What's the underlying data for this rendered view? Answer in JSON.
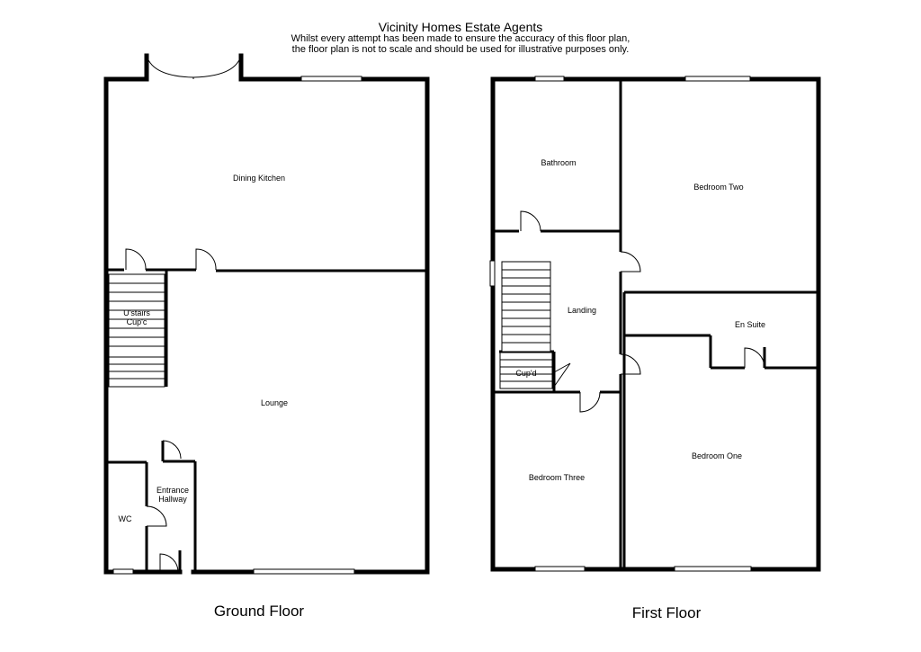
{
  "header": {
    "company": "Vicinity Homes Estate Agents",
    "disclaimer_line1": "Whilst every attempt has been made to ensure the accuracy of this floor plan,",
    "disclaimer_line2": "the floor plan is not to scale and should be used for illustrative purposes only."
  },
  "ground_floor": {
    "title": "Ground Floor",
    "rooms": {
      "dining_kitchen": "Dining Kitchen",
      "ustairs_line1": "U'stairs",
      "ustairs_line2": "Cup'c",
      "lounge": "Lounge",
      "entrance_line1": "Entrance",
      "entrance_line2": "Hallway",
      "wc": "WC"
    }
  },
  "first_floor": {
    "title": "First Floor",
    "rooms": {
      "bathroom": "Bathroom",
      "bedroom_two": "Bedroom Two",
      "landing": "Landing",
      "en_suite": "En Suite",
      "cupd": "Cup'd",
      "bedroom_three": "Bedroom Three",
      "bedroom_one": "Bedroom One"
    }
  }
}
